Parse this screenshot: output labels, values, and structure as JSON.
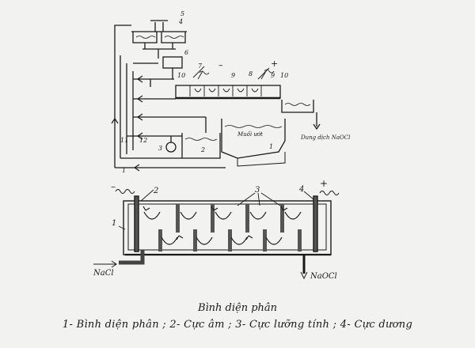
{
  "labels": {
    "top": {
      "n1": "1",
      "n2": "2",
      "n3": "3",
      "n4": "4",
      "n5": "5",
      "n6": "6",
      "n7": "7",
      "n8": "8",
      "n9a": "9",
      "n9b": "9",
      "n10a": "10",
      "n10b": "10",
      "n11": "11",
      "n12": "12",
      "minus": "–",
      "plus": "+",
      "salt": "Muối ướt",
      "solution": "Dung dịch NaOCl"
    },
    "bottom": {
      "n1": "1",
      "n2": "2",
      "n3": "3",
      "n4": "4",
      "minus": "–",
      "plus": "+",
      "inlet": "NaCl",
      "outlet": "NaOCl"
    }
  },
  "caption": {
    "title": "Bình diện phân",
    "legend": "1- Bình diện phân ; 2- Cực âm ; 3- Cực lưỡng tính ; 4- Cực dương"
  }
}
